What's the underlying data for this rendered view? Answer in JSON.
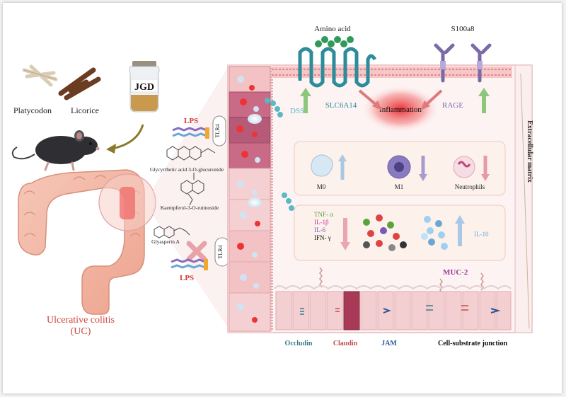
{
  "herbs": {
    "left": "Platycodon",
    "right": "Licorice"
  },
  "jar_label": "JGD",
  "lps_top": "LPS",
  "lps_bottom": "LPS",
  "tlr4_top": "TLR4",
  "tlr4_bottom": "TLR4",
  "dss": "DSS",
  "compounds": [
    "Glycyrrhetic acid 3-O-glucuronide",
    "Kaempferol-3-O-rutinoside",
    "Glyasperin A"
  ],
  "disease": {
    "name": "Ulcerative colitis",
    "abbr": "(UC)"
  },
  "amino_acid": "Amino acid",
  "s100a8": "S100a8",
  "slc6a14": "SLC6A14",
  "rage": "RAGE",
  "inflammation": "Inflammation",
  "ecm": "Extracellular matrix",
  "cells": {
    "m0": "M0",
    "m1": "M1",
    "neutrophils": "Neutrophils"
  },
  "cytokines": {
    "tnf": "TNF- α",
    "il1b": "IL-1β",
    "il6": "IL-6",
    "ifn": "IFN- γ",
    "il10": "IL-10"
  },
  "muc2": "MUC-2",
  "junctions": {
    "occludin": "Occludin",
    "claudin": "Claudin",
    "jam": "JAM",
    "cell_substrate": "Cell-substrate junction"
  },
  "colors": {
    "lps": "#d43a2e",
    "dss": "#59b9c4",
    "up_arrow": "#8dc77b",
    "slc": "#2c8c9a",
    "rage": "#7a6aa8",
    "inflammation": "#e8262c",
    "tnf": "#5aa33c",
    "il1b": "#cc3399",
    "il6": "#7a57b8",
    "il10": "#6aa7d6",
    "muc2": "#9b3a96",
    "occludin": "#3b7d8c",
    "claudin": "#c0504d",
    "jam": "#2f5597"
  }
}
